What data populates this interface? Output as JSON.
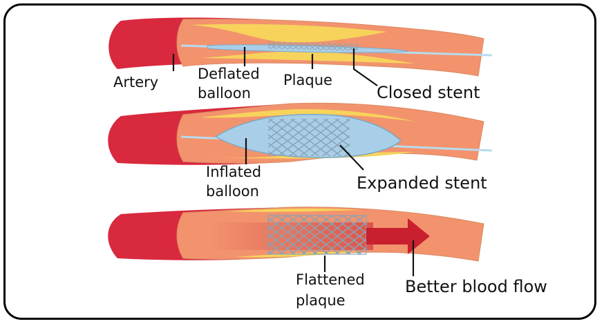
{
  "labels": {
    "artery": "Artery",
    "deflated_balloon": [
      "Deflated",
      "balloon"
    ],
    "plaque": "Plaque",
    "closed_stent": "Closed stent",
    "inflated_balloon": [
      "Inflated",
      "balloon"
    ],
    "expanded_stent": "Expanded stent",
    "flattened_plaque": [
      "Flattened",
      "plaque"
    ],
    "better_blood_flow": "Better blood flow"
  },
  "colors": {
    "vessel_wall": "#d8293e",
    "vessel_lumen": "#f2936e",
    "plaque": "#f7d35b",
    "balloon": "#a9cfe8",
    "stent": "#8aa2b5",
    "guidewire": "#b7dbee",
    "flow_arrow": "#c8202f"
  }
}
